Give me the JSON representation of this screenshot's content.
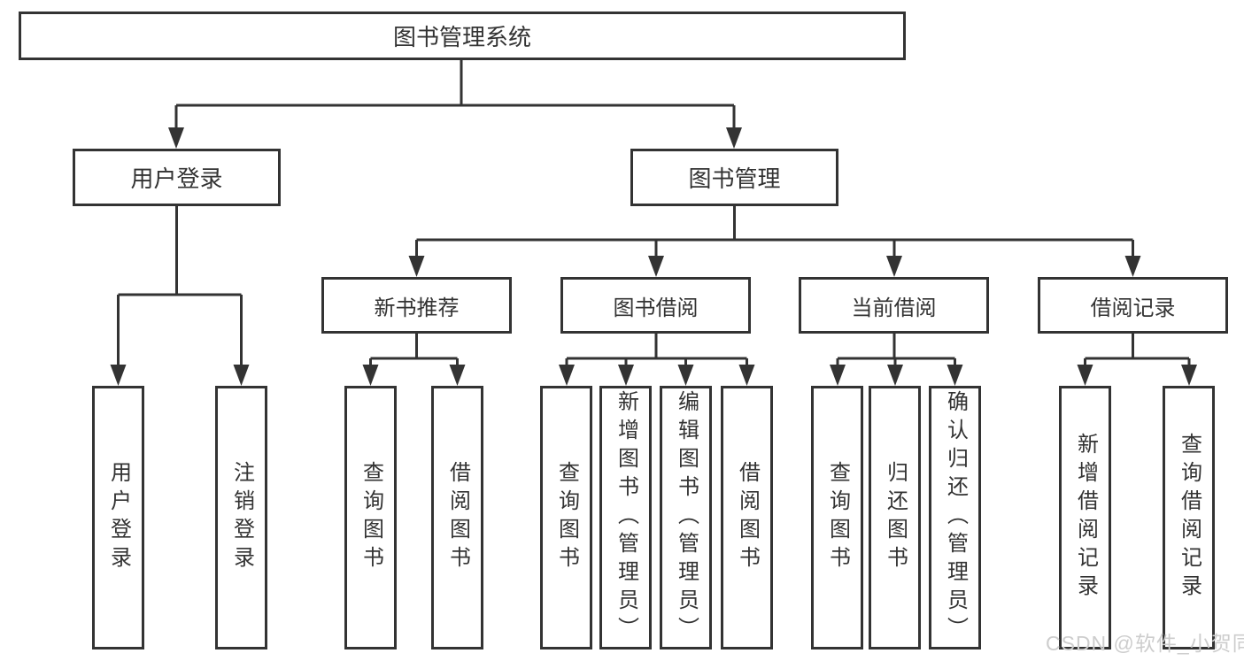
{
  "diagram": {
    "root": {
      "label": "图书管理系统"
    },
    "branches": [
      {
        "label": "用户登录",
        "children": [
          {
            "label": "用户登录"
          },
          {
            "label": "注销登录"
          }
        ]
      },
      {
        "label": "图书管理",
        "children": [
          {
            "label": "新书推荐",
            "children": [
              {
                "label": "查询图书"
              },
              {
                "label": "借阅图书"
              }
            ]
          },
          {
            "label": "图书借阅",
            "children": [
              {
                "label": "查询图书"
              },
              {
                "label": "新增图书（管理员）"
              },
              {
                "label": "编辑图书（管理员）"
              },
              {
                "label": "借阅图书"
              }
            ]
          },
          {
            "label": "当前借阅",
            "children": [
              {
                "label": "查询图书"
              },
              {
                "label": "归还图书"
              },
              {
                "label": "确认归还（管理员）"
              }
            ]
          },
          {
            "label": "借阅记录",
            "children": [
              {
                "label": "新增借阅记录"
              },
              {
                "label": "查询借阅记录"
              }
            ]
          }
        ]
      }
    ]
  },
  "watermark": {
    "text": "CSDN @软件_小贺同学"
  },
  "colors": {
    "line": "#333333",
    "node_border": "#333333",
    "node_text": "#333333",
    "node_background": "#ffffff",
    "page_background": "#ffffff",
    "watermark_text": "#cdcdcd"
  }
}
